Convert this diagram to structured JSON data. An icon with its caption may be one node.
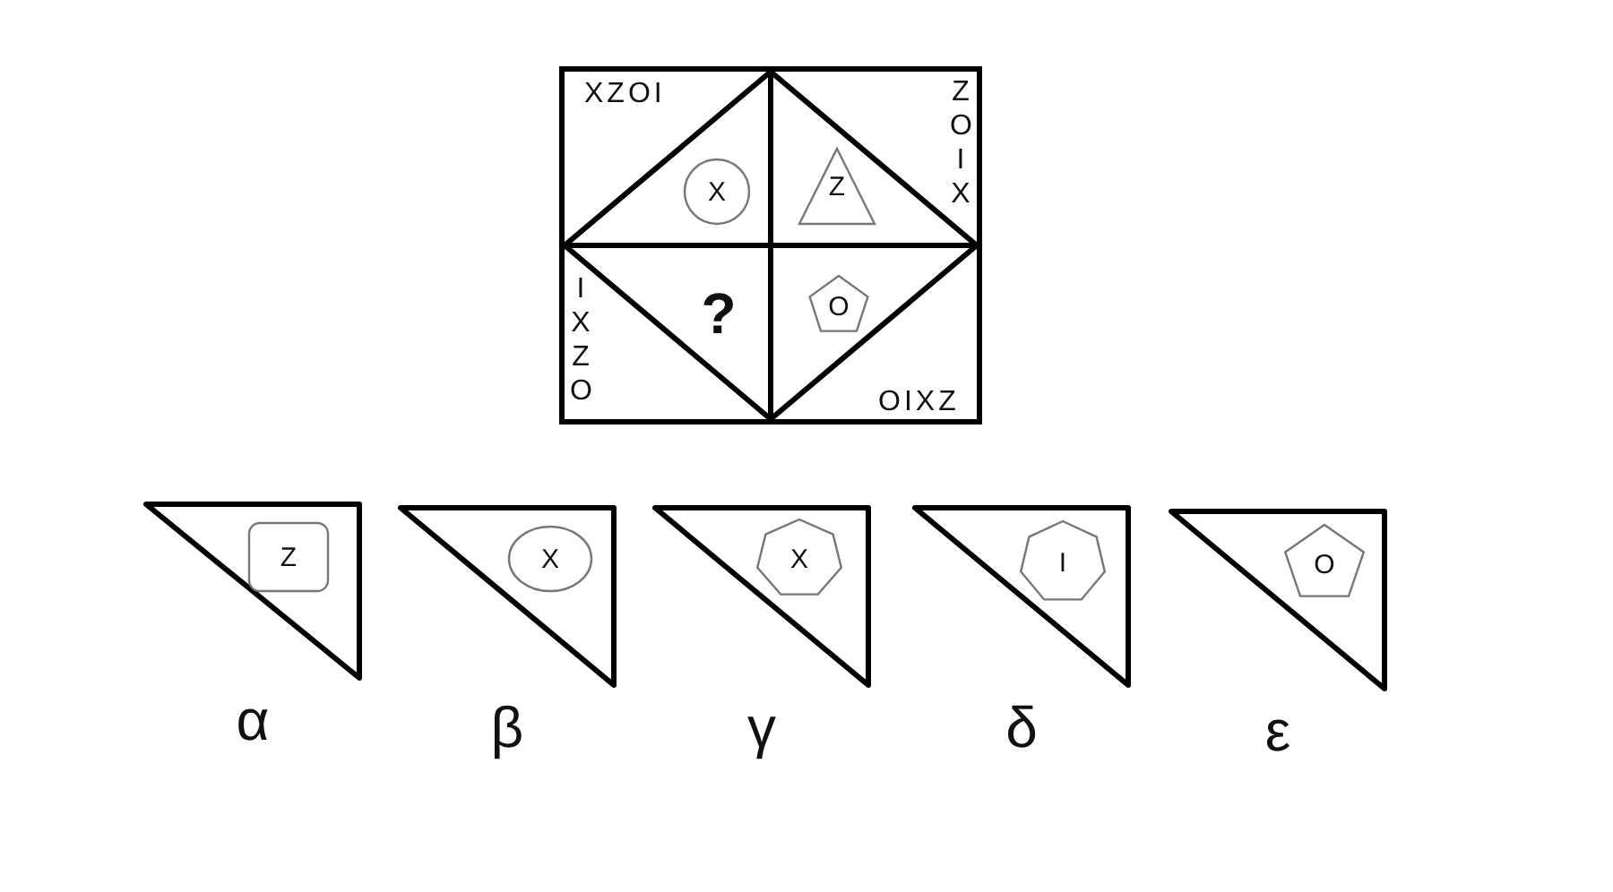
{
  "diagram": {
    "nodes": [
      {
        "text": [],
        "shape": "box"
      },
      {
        "text": [
          "X"
        ],
        "in": 0
      },
      {
        "text": [
          "Z"
        ],
        "in": 0
      },
      {
        "text": [
          "?"
        ],
        "in": 0
      },
      {
        "text": [
          "O"
        ],
        "in": 0
      },
      {
        "text": [],
        "shape": "triangle",
        "beside": [
          "α"
        ]
      },
      {
        "text": [
          "Z"
        ],
        "in": 5
      },
      {
        "text": [],
        "shape": "triangle",
        "beside": [
          "β"
        ]
      },
      {
        "text": [
          "X"
        ],
        "in": 7
      },
      {
        "text": [],
        "shape": "triangle",
        "beside": [
          "γ"
        ]
      },
      {
        "text": [
          "X"
        ],
        "in": 9
      },
      {
        "text": [],
        "shape": "triangle",
        "beside": [
          "δ"
        ]
      },
      {
        "text": [
          "I"
        ],
        "in": 11
      },
      {
        "text": [],
        "shape": "triangle",
        "beside": [
          "ε"
        ]
      },
      {
        "text": [
          "O"
        ],
        "in": 13
      }
    ],
    "labels": [
      "XZOI",
      "ZOIX",
      "IXZO",
      "OIXZ"
    ]
  }
}
